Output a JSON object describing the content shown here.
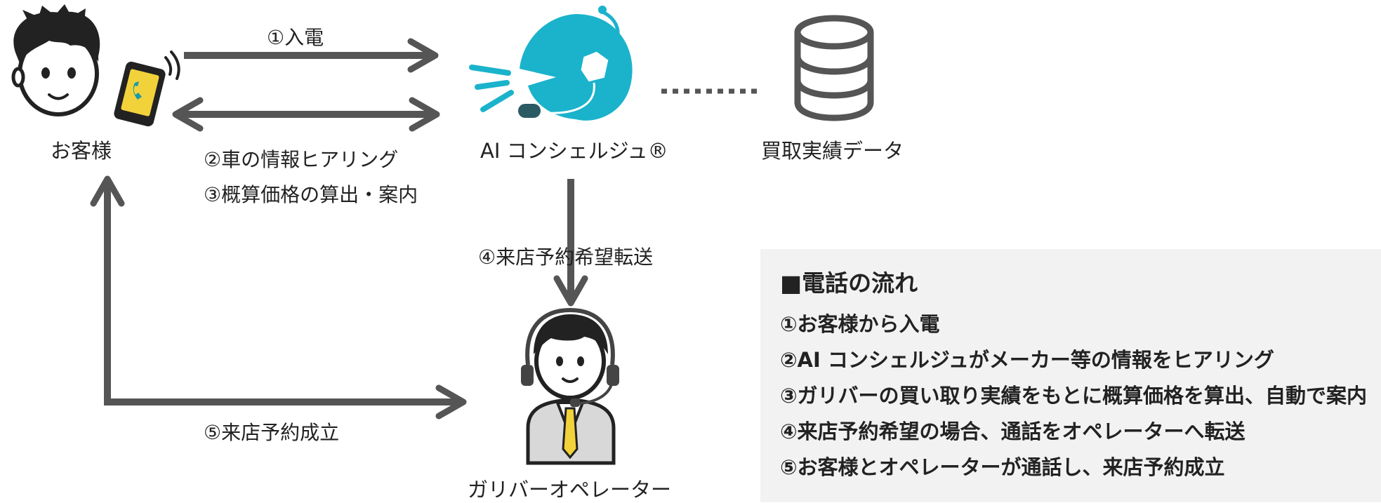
{
  "nodes": {
    "customer": "お客様",
    "ai": "AI コンシェルジュ®",
    "database": "買取実績データ",
    "operator": "ガリバーオペレーター"
  },
  "flows": {
    "incoming_call": "①入電",
    "hearing": "②車の情報ヒアリング",
    "estimate": "③概算価格の算出・案内",
    "transfer": "④来店予約希望転送",
    "reservation": "⑤来店予約成立"
  },
  "note": {
    "title": "■電話の流れ",
    "steps": [
      "①お客様から入電",
      "②AI コンシェルジュがメーカー等の情報をヒアリング",
      "③ガリバーの買い取り実績をもとに概算価格を算出、自動で案内",
      "④来店予約希望の場合、通話をオペレーターへ転送",
      "⑤お客様とオペレーターが通話し、来店予約成立"
    ]
  },
  "colors": {
    "arrow": "#555555",
    "ai_teal": "#1ab3cb",
    "phone_yellow": "#f2d23a",
    "note_bg": "#f2f2f2"
  }
}
